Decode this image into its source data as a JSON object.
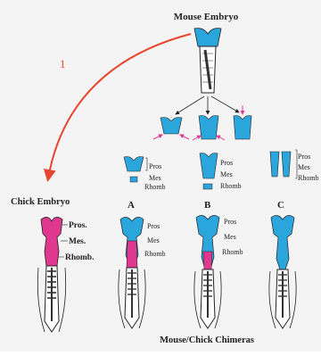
{
  "title": "Mouse Embryo",
  "arrow_label": "1",
  "chick_title": "Chick Embryo",
  "chick_labels": [
    "Pros.",
    "Mes.",
    "Rhomb."
  ],
  "region_labels": [
    "Pros",
    "Mes",
    "Rhomb"
  ],
  "column_letters": [
    "A",
    "B",
    "C"
  ],
  "caption": "Mouse/Chick Chimeras",
  "colors": {
    "mouse": "#2aa6dc",
    "chick": "#e0388f",
    "arrow": "#e8452f",
    "outline": "#222222"
  }
}
